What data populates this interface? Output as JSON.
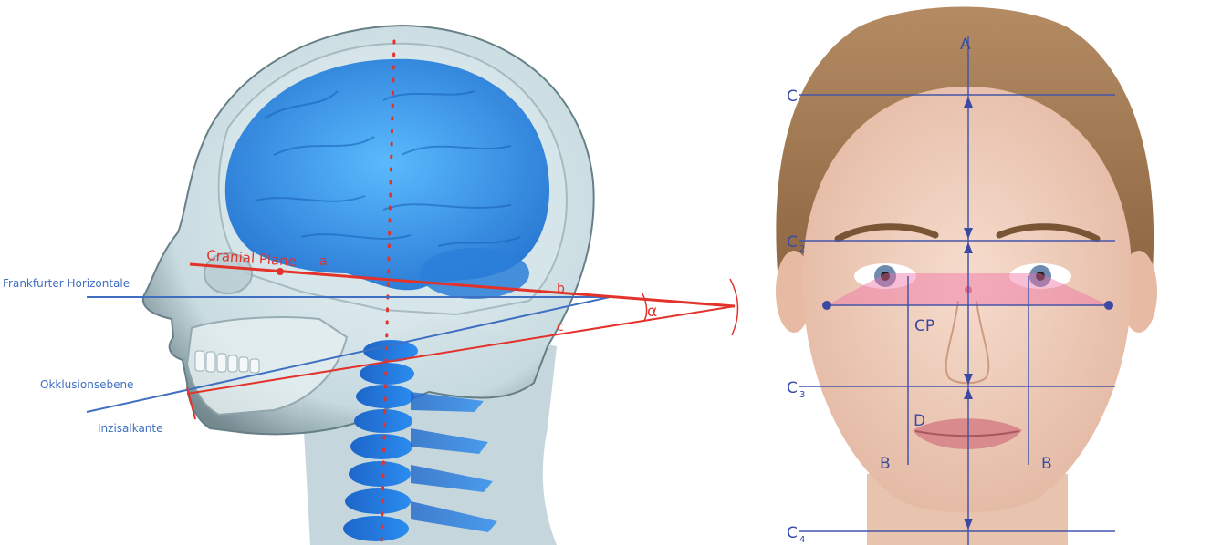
{
  "colors": {
    "blue_line": "#3f6fc0",
    "red_line": "#e2322a",
    "brain": "#2f8fe0",
    "face_line": "#4655a8",
    "pink_zone": "#f06fa3"
  },
  "left_panel": {
    "labels": {
      "cranial_plane": "Cranial Plane",
      "frankfurter": "Frankfurter Horizontale",
      "okklusion": "Okklusionsebene",
      "inzisal": "Inzisalkante",
      "a": "a",
      "b": "b",
      "c": "c",
      "alpha": "α"
    }
  },
  "right_panel": {
    "labels": {
      "a_top": "A",
      "c1": "C",
      "c2": "C",
      "c2_sub": "2",
      "c3": "C",
      "c3_sub": "3",
      "c4": "C",
      "c4_sub": "4",
      "cp": "CP",
      "d": "D",
      "b_left": "B",
      "b_right": "B"
    }
  }
}
